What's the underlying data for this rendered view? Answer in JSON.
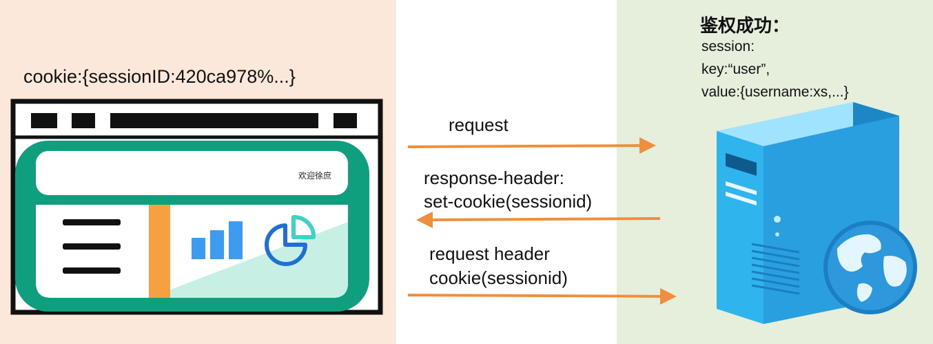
{
  "browser": {
    "cookie_label": "cookie:{sessionID:420ca978%...}",
    "welcome_text": "欢迎徐庶"
  },
  "arrows": {
    "request": "request",
    "response_header_line1": "response-header:",
    "response_header_line2": "set-cookie(sessionid)",
    "request_header_line1": "request header",
    "request_header_line2": "cookie(sessionid)"
  },
  "server": {
    "auth_title": "鉴权成功：",
    "session_label": "session:",
    "key_line": "key:“user”,",
    "value_line": "value:{username:xs,...}"
  },
  "colors": {
    "left_bg": "#fbe8da",
    "right_bg": "#e6efdc",
    "browser_frame": "#0f9e7e",
    "arrow": "#ef8f3e",
    "server_blue": "#2a9fe0",
    "chart_bar": "#3d9cf0",
    "sidebar_bar": "#f6a042"
  },
  "icons": {
    "browser": "browser-window-icon",
    "server": "server-tower-icon",
    "globe": "globe-icon",
    "bar_chart": "bar-chart-icon",
    "pie_chart": "pie-chart-icon",
    "menu": "menu-lines-icon"
  }
}
